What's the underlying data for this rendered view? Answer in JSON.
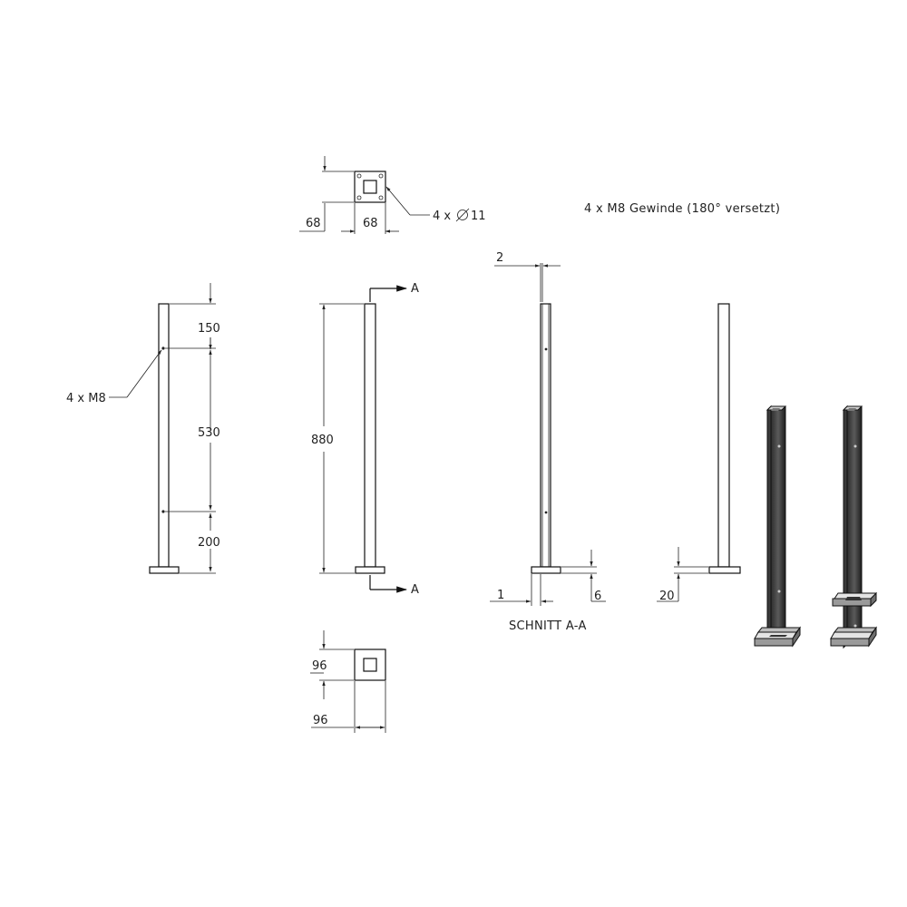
{
  "top_view": {
    "dim_height": "68",
    "dim_width": "68",
    "holes_note": "4 x",
    "holes_diameter": "11"
  },
  "thread_note": "4 x M8 Gewinde (180° versetzt)",
  "side_view": {
    "dim_top": "150",
    "dim_middle": "530",
    "dim_bottom": "200",
    "thread_label": "4 x M8"
  },
  "front_view": {
    "dim_total": "880",
    "section_marker_top": "A",
    "section_marker_bottom": "A"
  },
  "section_view": {
    "dim_wall": "2",
    "dim_offset": "1",
    "dim_plate": "6",
    "caption": "SCHNITT A-A"
  },
  "right_view": {
    "dim_plate": "20"
  },
  "bottom_view": {
    "dim_height": "96",
    "dim_width": "96"
  }
}
